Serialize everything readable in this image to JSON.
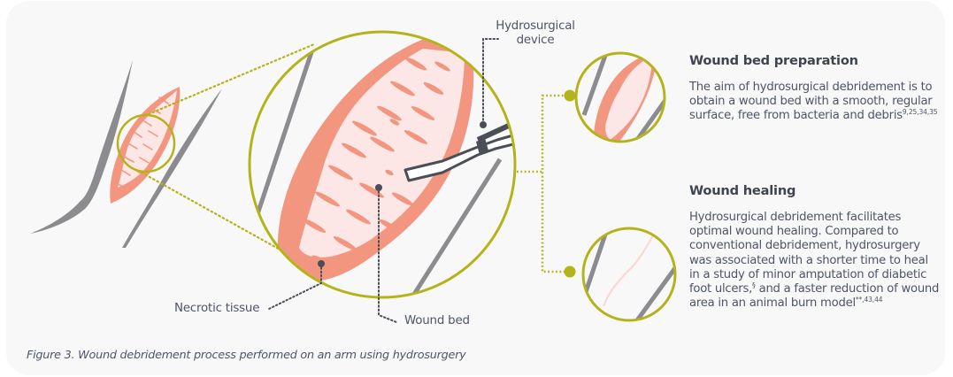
{
  "figure": {
    "caption": "Figure 3. Wound debridement process performed on an arm using hydrosurgery",
    "labels": {
      "device_line1": "Hydrosurgical",
      "device_line2": "device",
      "necrotic": "Necrotic tissue",
      "wound_bed": "Wound bed"
    },
    "colors": {
      "olive": "#b5b31c",
      "salmon": "#f29680",
      "pink": "#fde6e6",
      "gray": "#8c8c90",
      "dark": "#4a4e57",
      "text": "#4d5566"
    }
  },
  "sections": [
    {
      "title": "Wound bed preparation",
      "body": "The aim of hydrosurgical debridement is to obtain a wound bed with a smooth, regular surface, free from bacteria and debris",
      "refs": "9,25,34,35"
    },
    {
      "title": "Wound healing",
      "body_part1": "Hydrosurgical debridement facilitates optimal wound healing. Compared to conventional debridement, hydrosurgery was associated with a shorter time to heal in a study of minor amputation of diabetic foot ulcers,",
      "ref_mid": "§",
      "body_part2": " and a faster reduction of wound area in an animal burn model",
      "refs": "**,43,44"
    }
  ]
}
